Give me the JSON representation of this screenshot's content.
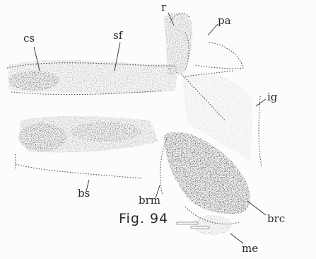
{
  "figure": {
    "caption": "Fig. 94",
    "labels": {
      "cs": "cs",
      "sf": "sf",
      "r": "r",
      "pa": "pa",
      "ig": "ig",
      "bs": "bs",
      "brm": "brm",
      "brc": "brc",
      "me": "me"
    }
  }
}
